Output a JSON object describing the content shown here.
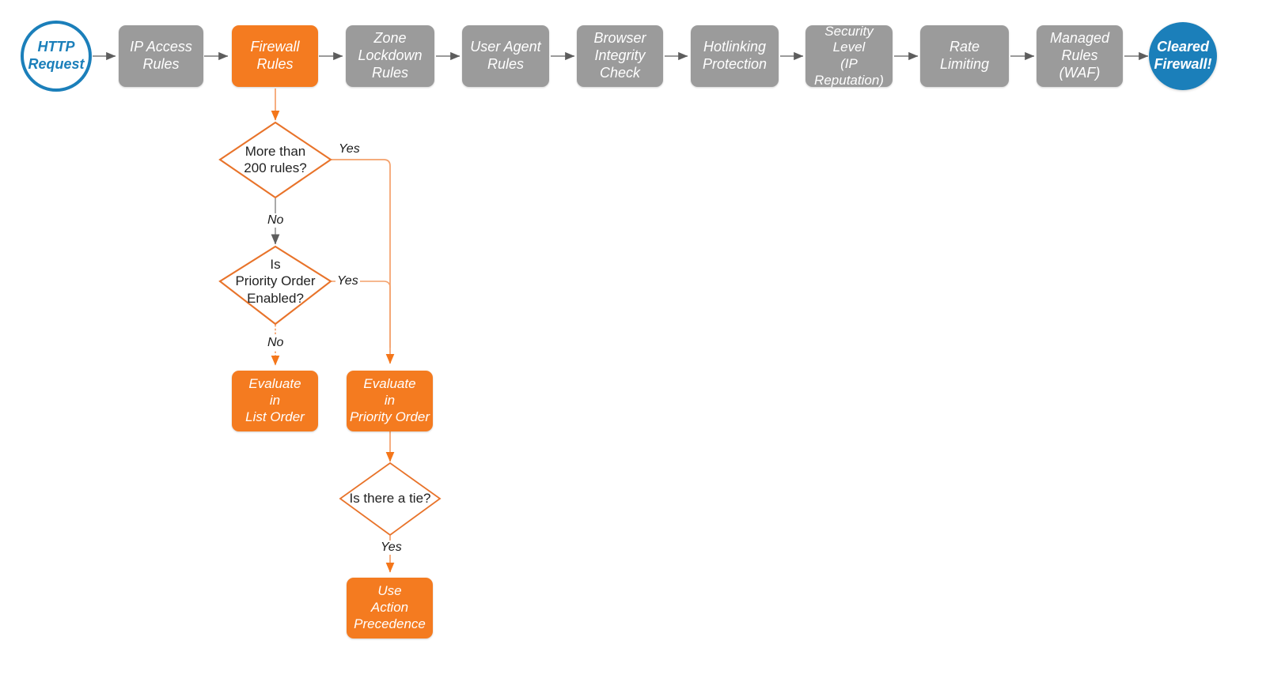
{
  "diagram": {
    "title": "Cloudflare firewall request evaluation order",
    "colors": {
      "pipeline_gray": "#9b9b9b",
      "accent_orange": "#f47b20",
      "terminal_blue": "#1b7fba",
      "edge_gray": "#7a7a7a",
      "edge_orange": "#f4a06a",
      "text_dark": "#222222",
      "background": "#ffffff"
    },
    "start": {
      "label": "HTTP\nRequest"
    },
    "end": {
      "label": "Cleared\nFirewall!"
    },
    "pipeline": [
      {
        "id": "ip-access-rules",
        "label": "IP Access\nRules",
        "highlighted": false
      },
      {
        "id": "firewall-rules",
        "label": "Firewall\nRules",
        "highlighted": true
      },
      {
        "id": "zone-lockdown-rules",
        "label": "Zone\nLockdown\nRules",
        "highlighted": false
      },
      {
        "id": "user-agent-rules",
        "label": "User Agent\nRules",
        "highlighted": false
      },
      {
        "id": "browser-integrity",
        "label": "Browser\nIntegrity\nCheck",
        "highlighted": false
      },
      {
        "id": "hotlinking",
        "label": "Hotlinking\nProtection",
        "highlighted": false
      },
      {
        "id": "security-level",
        "label": "Security\nLevel\n(IP Reputation)",
        "highlighted": false
      },
      {
        "id": "rate-limiting",
        "label": "Rate\nLimiting",
        "highlighted": false
      },
      {
        "id": "managed-rules",
        "label": "Managed\nRules\n(WAF)",
        "highlighted": false
      }
    ],
    "decisions": [
      {
        "id": "more-than-200-rules",
        "label": "More than\n200 rules?"
      },
      {
        "id": "priority-order-enabled",
        "label": "Is\nPriority Order\nEnabled?"
      },
      {
        "id": "is-there-a-tie",
        "label": "Is there a tie?"
      }
    ],
    "processes": [
      {
        "id": "evaluate-list-order",
        "label": "Evaluate\nin\nList Order"
      },
      {
        "id": "evaluate-priority-order",
        "label": "Evaluate\nin\nPriority Order"
      },
      {
        "id": "use-action-precedence",
        "label": "Use\nAction\nPrecedence"
      }
    ],
    "edge_labels": {
      "d1_yes": "Yes",
      "d1_no": "No",
      "d2_yes": "Yes",
      "d2_no": "No",
      "d3_yes": "Yes"
    }
  }
}
